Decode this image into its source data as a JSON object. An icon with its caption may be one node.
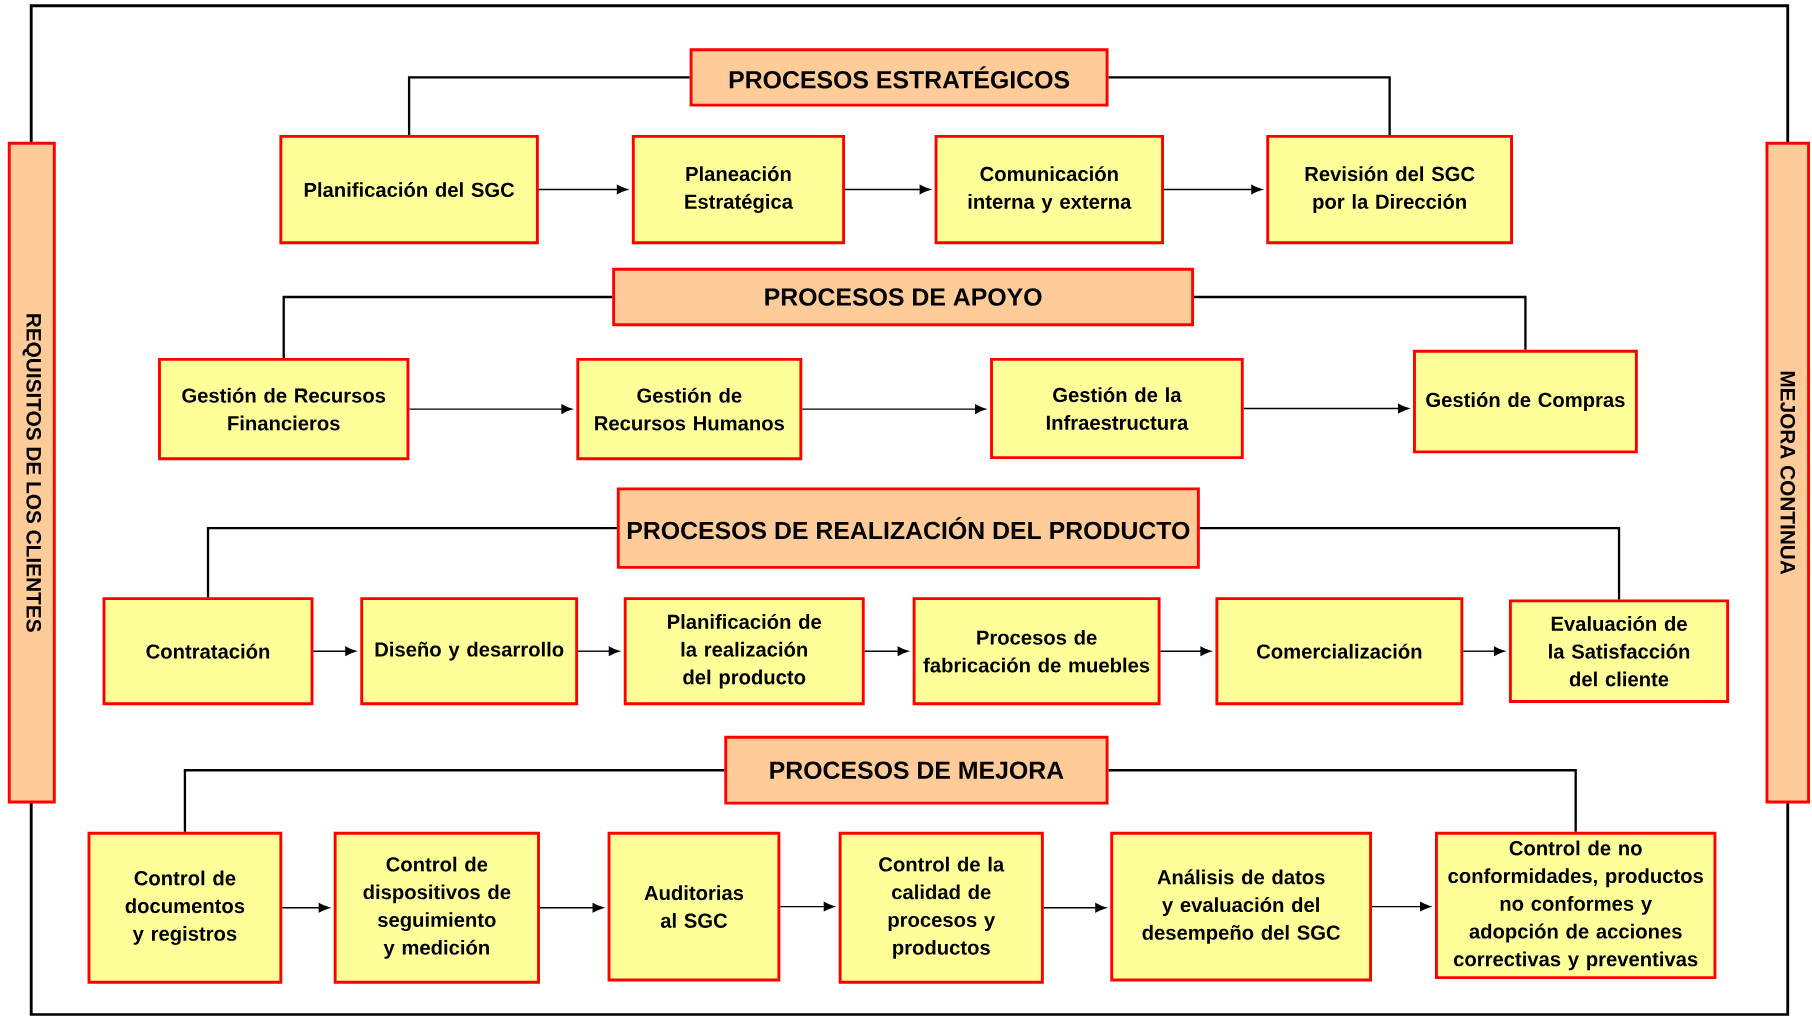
{
  "diagram": {
    "nodes": [
      {
        "text": [
          "REQUISITOS DE LOS CLIENTES"
        ]
      },
      {
        "text": [
          "MEJORA CONTINUA"
        ]
      },
      {
        "text": [
          "PROCESOS ESTRATÉGICOS"
        ]
      },
      {
        "text": [
          "Planificación del SGC"
        ]
      },
      {
        "text": [
          "Planeación Estratégica"
        ]
      },
      {
        "text": [
          "Comunicación interna y externa"
        ]
      },
      {
        "text": [
          "Revisión del SGC por la Dirección"
        ]
      },
      {
        "text": [
          "PROCESOS DE APOYO"
        ]
      },
      {
        "text": [
          "Gestión de Recursos Financieros"
        ]
      },
      {
        "text": [
          "Gestión de Recursos Humanos"
        ]
      },
      {
        "text": [
          "Gestión de la Infraestructura"
        ]
      },
      {
        "text": [
          "Gestión de Compras"
        ]
      },
      {
        "text": [
          "PROCESOS DE REALIZACIÓN DEL PRODUCTO"
        ]
      },
      {
        "text": [
          "Contratación"
        ]
      },
      {
        "text": [
          "Diseño y desarrollo"
        ]
      },
      {
        "text": [
          "Planificación de la realización del producto"
        ]
      },
      {
        "text": [
          "Procesos de fabricación de muebles"
        ]
      },
      {
        "text": [
          "Comercialización"
        ]
      },
      {
        "text": [
          "Evaluación de la Satisfacción del cliente"
        ]
      },
      {
        "text": [
          "PROCESOS DE MEJORA"
        ]
      },
      {
        "text": [
          "Control de documentos y registros"
        ]
      },
      {
        "text": [
          "Control de dispositivos de seguimiento y medición"
        ]
      },
      {
        "text": [
          "Auditorias al SGC"
        ]
      },
      {
        "text": [
          "Control de la calidad de procesos y productos"
        ]
      },
      {
        "text": [
          "Análisis de datos y evaluación del desempeño del SGC"
        ]
      },
      {
        "text": [
          "Control de no conformidades, productos no conformes y adopción de acciones correctivas y preventivas"
        ]
      }
    ],
    "edges": [
      {
        "from": 2,
        "to": 3,
        "arrow": "none"
      },
      {
        "from": 2,
        "to": 6,
        "arrow": "none"
      },
      {
        "from": 3,
        "to": 4,
        "arrow": "to"
      },
      {
        "from": 4,
        "to": 5,
        "arrow": "to"
      },
      {
        "from": 5,
        "to": 6,
        "arrow": "to"
      },
      {
        "from": 7,
        "to": 8,
        "arrow": "none"
      },
      {
        "from": 7,
        "to": 11,
        "arrow": "none"
      },
      {
        "from": 8,
        "to": 9,
        "arrow": "to"
      },
      {
        "from": 9,
        "to": 10,
        "arrow": "to"
      },
      {
        "from": 10,
        "to": 11,
        "arrow": "to"
      },
      {
        "from": 12,
        "to": 13,
        "arrow": "none"
      },
      {
        "from": 12,
        "to": 18,
        "arrow": "none"
      },
      {
        "from": 13,
        "to": 14,
        "arrow": "to"
      },
      {
        "from": 14,
        "to": 15,
        "arrow": "to"
      },
      {
        "from": 15,
        "to": 16,
        "arrow": "to"
      },
      {
        "from": 16,
        "to": 17,
        "arrow": "to"
      },
      {
        "from": 17,
        "to": 18,
        "arrow": "to"
      },
      {
        "from": 19,
        "to": 20,
        "arrow": "none"
      },
      {
        "from": 19,
        "to": 25,
        "arrow": "none"
      },
      {
        "from": 20,
        "to": 21,
        "arrow": "to"
      },
      {
        "from": 21,
        "to": 22,
        "arrow": "to"
      },
      {
        "from": 22,
        "to": 23,
        "arrow": "to"
      },
      {
        "from": 23,
        "to": 24,
        "arrow": "to"
      },
      {
        "from": 24,
        "to": 25,
        "arrow": "to"
      }
    ]
  }
}
